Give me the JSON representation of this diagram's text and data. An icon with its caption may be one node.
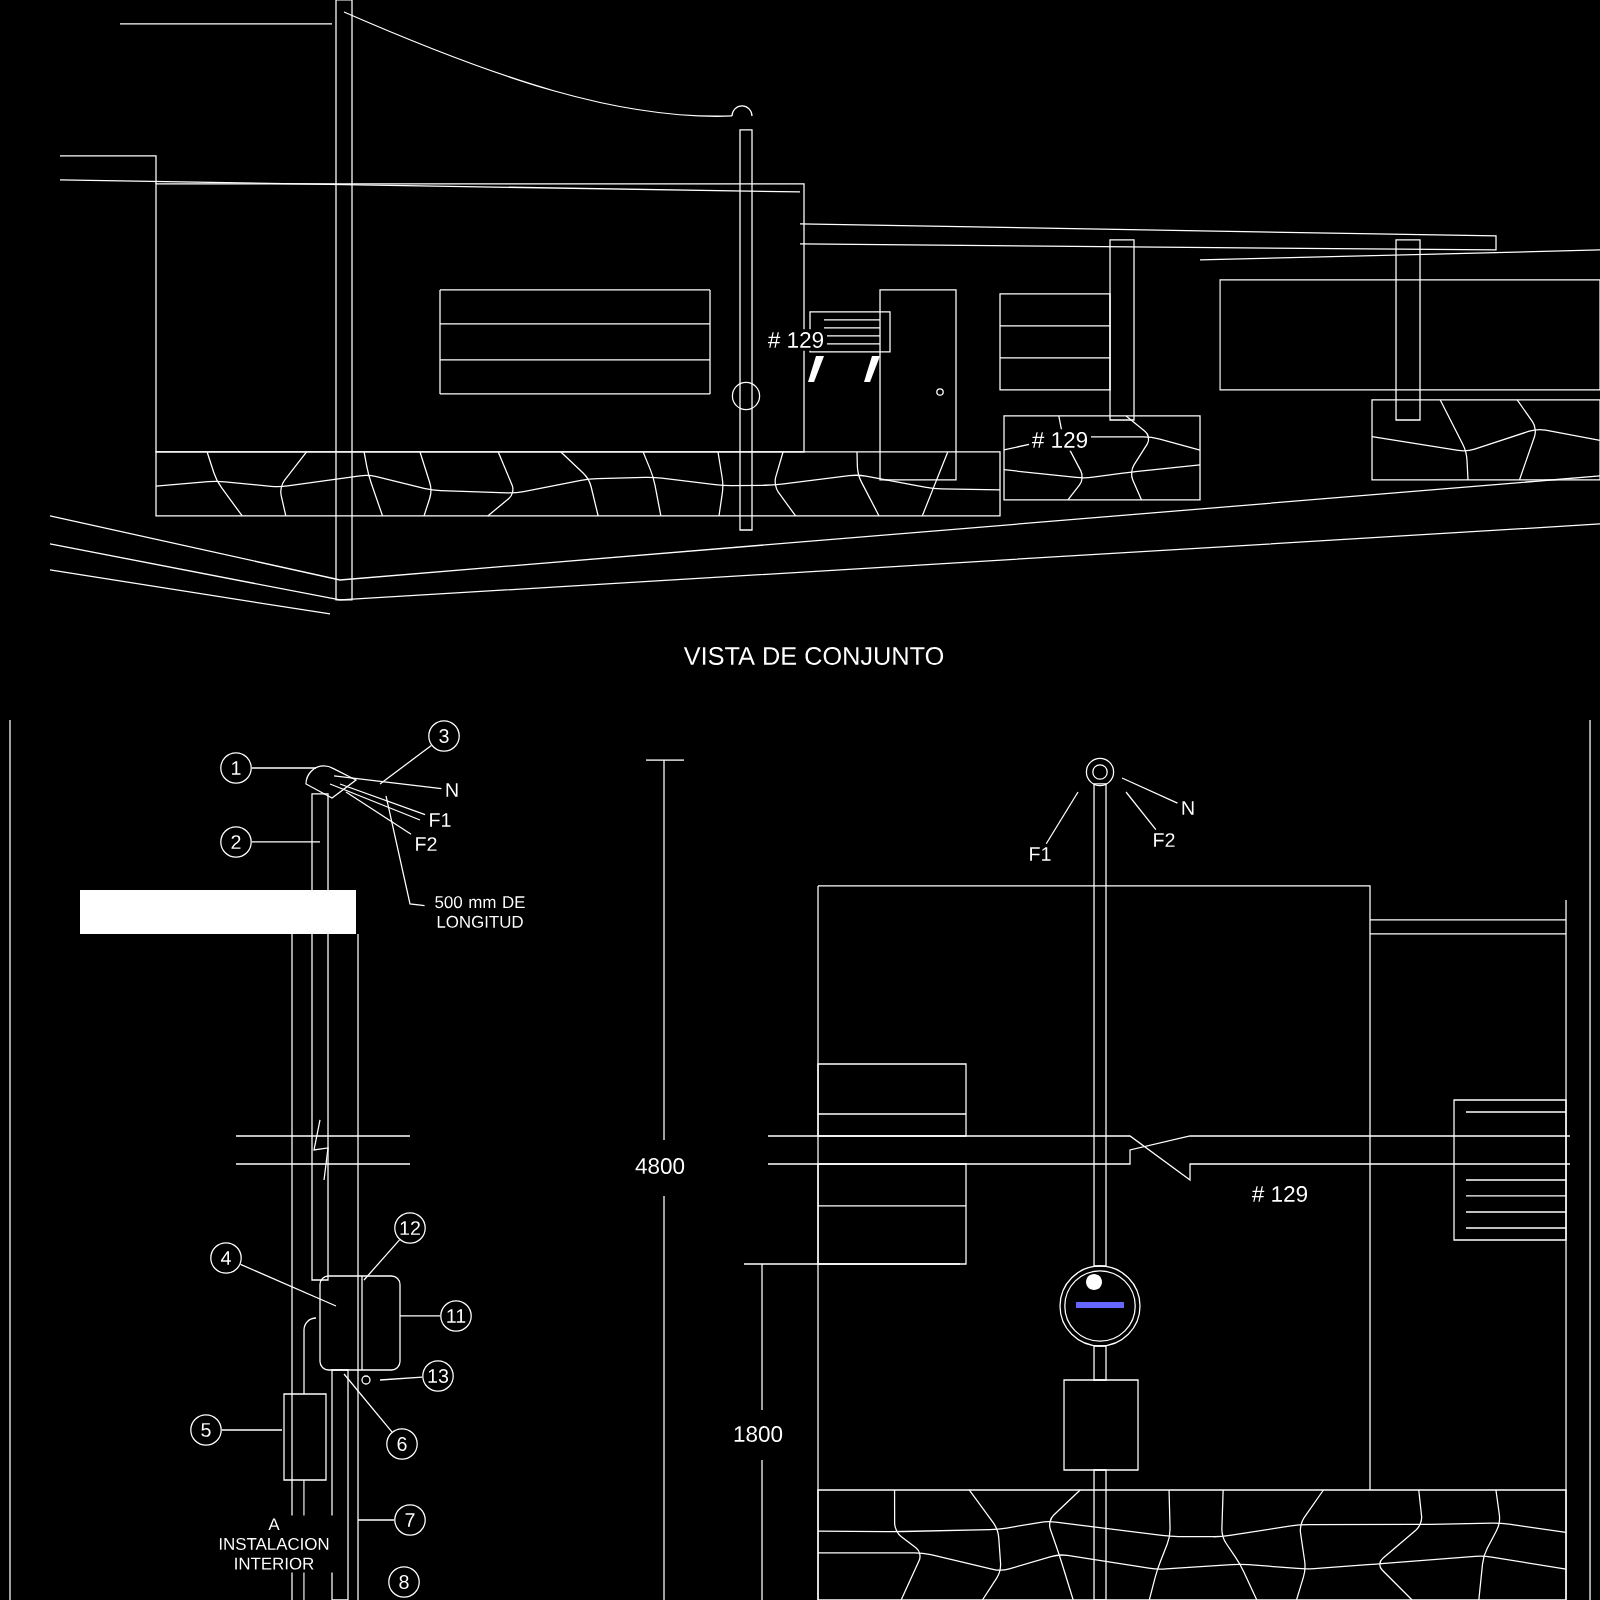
{
  "diagram": {
    "caption": "VISTA DE CONJUNTO",
    "nodes": [
      {
        "text": [
          "1"
        ]
      },
      {
        "text": [
          "2"
        ]
      },
      {
        "text": [
          "3"
        ]
      },
      {
        "text": [
          "N"
        ]
      },
      {
        "text": [
          "F1"
        ]
      },
      {
        "text": [
          "F2"
        ]
      },
      {
        "text": [
          "500 mm DE LONGITUD"
        ]
      },
      {
        "text": [
          "4"
        ]
      },
      {
        "text": [
          "12"
        ]
      },
      {
        "text": [
          "11"
        ]
      },
      {
        "text": [
          "13"
        ]
      },
      {
        "text": [
          "5"
        ]
      },
      {
        "text": [
          "6"
        ]
      },
      {
        "text": [
          "7"
        ]
      },
      {
        "text": [
          "8"
        ]
      },
      {
        "text": [
          "N"
        ]
      },
      {
        "text": [
          "F2"
        ]
      },
      {
        "text": [
          "F1"
        ]
      }
    ],
    "edges": [
      {
        "from": 0,
        "to": null,
        "arrow": "none"
      },
      {
        "from": 1,
        "to": null,
        "arrow": "none"
      },
      {
        "from": 2,
        "to": null,
        "arrow": "none"
      },
      {
        "from": 3,
        "to": null,
        "arrow": "none"
      },
      {
        "from": 4,
        "to": null,
        "arrow": "none"
      },
      {
        "from": 5,
        "to": null,
        "arrow": "none"
      },
      {
        "from": 6,
        "to": null,
        "arrow": "none"
      },
      {
        "from": 7,
        "to": null,
        "arrow": "none"
      },
      {
        "from": 8,
        "to": null,
        "arrow": "none"
      },
      {
        "from": 9,
        "to": null,
        "arrow": "none"
      },
      {
        "from": 10,
        "to": null,
        "arrow": "none"
      },
      {
        "from": 11,
        "to": null,
        "arrow": "none"
      },
      {
        "from": 12,
        "to": null,
        "arrow": "none"
      },
      {
        "from": 13,
        "to": null,
        "arrow": "none"
      },
      {
        "from": 15,
        "to": null,
        "arrow": "none"
      },
      {
        "from": 16,
        "to": null,
        "arrow": "none"
      },
      {
        "from": 17,
        "to": null,
        "arrow": "none"
      }
    ],
    "labels": [
      "# 129",
      "# 129",
      "4800",
      "# 129",
      "1800",
      "A INSTALACION INTERIOR"
    ]
  }
}
